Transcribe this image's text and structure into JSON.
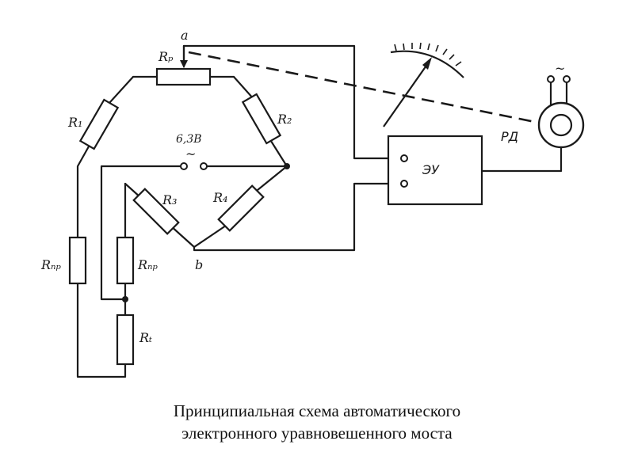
{
  "labels": {
    "node_a": "a",
    "node_b": "b",
    "rp": "Rₚ",
    "r1": "R₁",
    "r2": "R₂",
    "r3": "R₃",
    "r4": "R₄",
    "rpr_left": "Rₙₚ",
    "rpr_right": "Rₙₚ",
    "rt": "Rₜ",
    "supply_voltage": "6,3В",
    "supply_tilde": "~",
    "amplifier": "ЭУ",
    "motor": "РД",
    "mains_tilde": "~"
  },
  "caption": {
    "line1": "Принципиальная схема автоматического",
    "line2": "электронного  уравновешенного моста"
  }
}
